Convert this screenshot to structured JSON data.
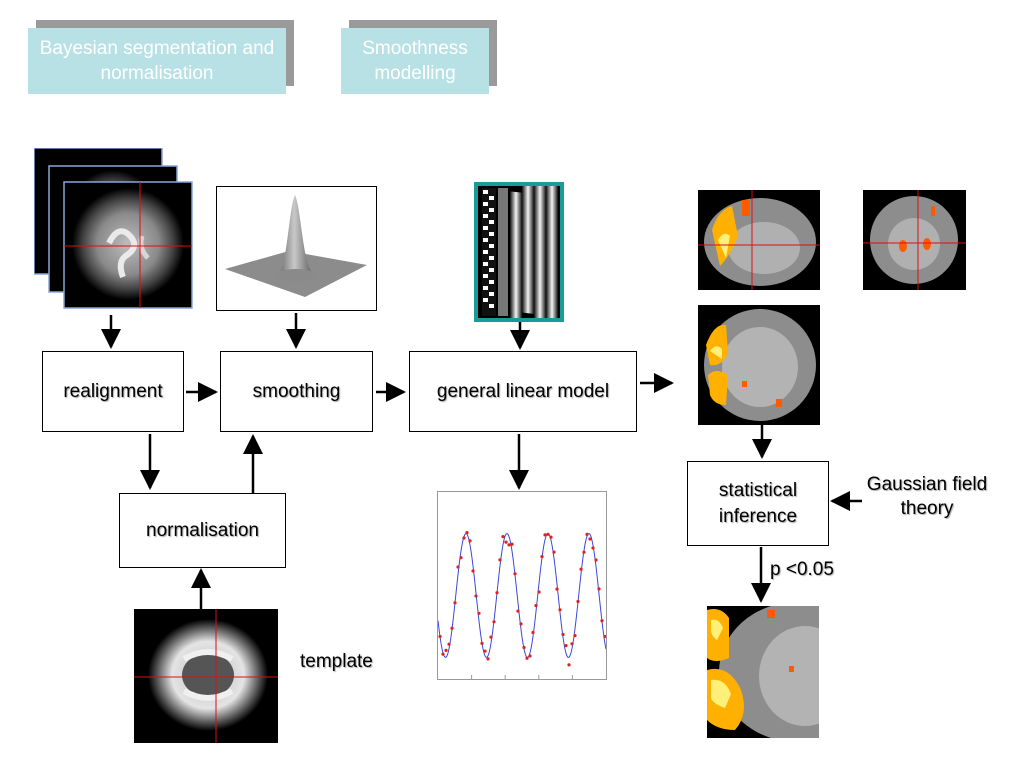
{
  "tags": {
    "bayesian": "Bayesian segmentation and normalisation",
    "smoothness": "Smoothness modelling"
  },
  "boxes": {
    "realignment": "realignment",
    "smoothing": "smoothing",
    "glm": "general linear model",
    "normalisation": "normalisation",
    "inference": "statistical inference"
  },
  "labels": {
    "template": "template",
    "gaussian": "Gaussian field theory",
    "pvalue": "p <0.05"
  },
  "icons": {
    "brain_slices": "brain-scan-stack-icon",
    "gaussian_kernel": "gaussian-kernel-surface-icon",
    "design_matrix": "design-matrix-icon",
    "time_series": "fitted-time-series-plot",
    "spm_maps": "activation-map-icon",
    "template_brain": "template-brain-icon"
  },
  "colors": {
    "tag_fill": "#b7e1e5",
    "tag_shadow": "#9a9a9a",
    "design_border": "#1a9b9b",
    "crosshair": "#dd1111",
    "activation": "#ffb000"
  }
}
